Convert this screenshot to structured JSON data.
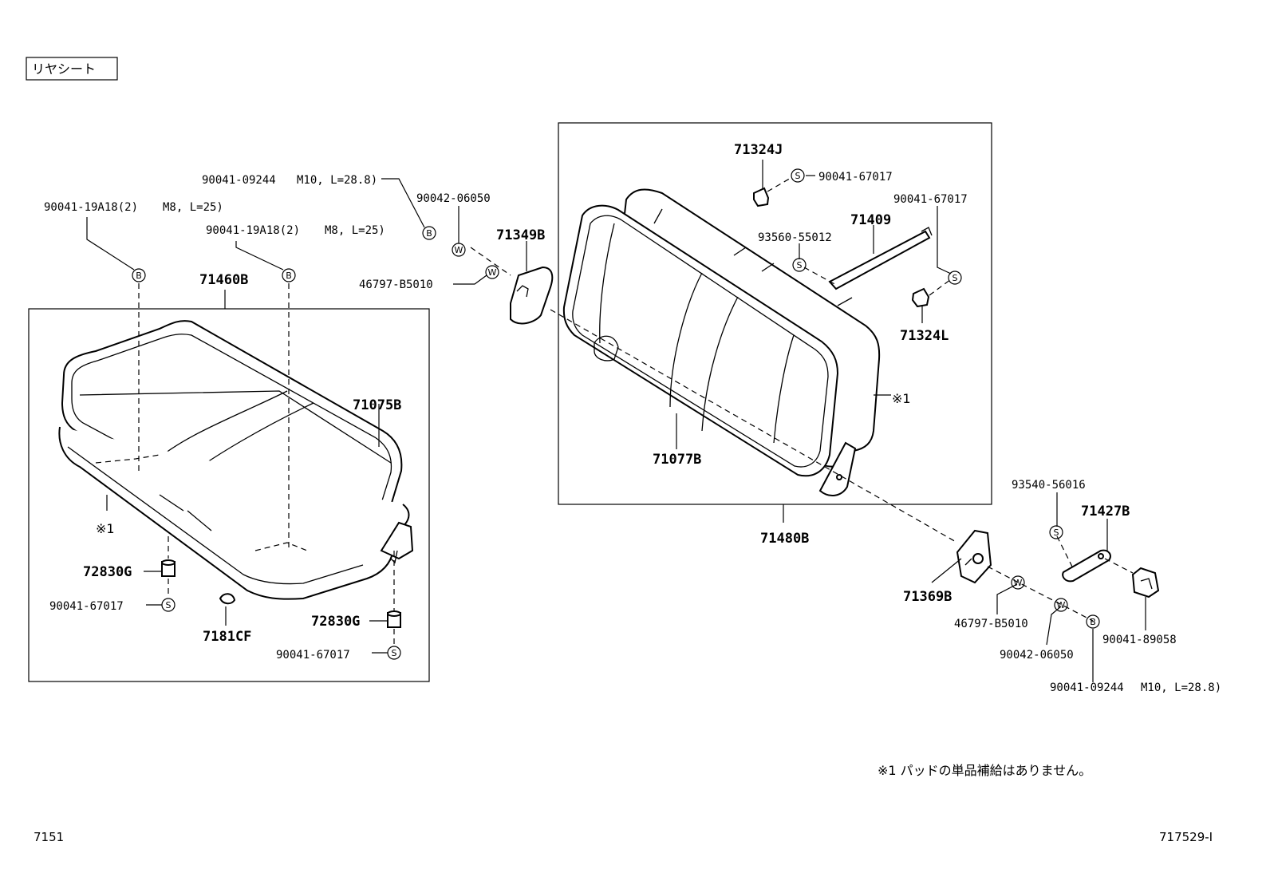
{
  "title": "リヤシート",
  "note": "※1 パッドの単品補給はありません。",
  "figure_id_left": "7151",
  "figure_id_right": "717529-I",
  "symbols": {
    "b": "B",
    "w": "W",
    "s": "S"
  },
  "labels": {
    "p71460B": "71460B",
    "p71075B": "71075B",
    "p72830G_a": "72830G",
    "p72830G_b": "72830G",
    "p7181CF": "7181CF",
    "p90041_67017_a": "90041-67017",
    "p90041_67017_b": "90041-67017",
    "p90041_19A18_a": "90041-19A18(2)",
    "p90041_19A18_a_spec": "M8, L=25)",
    "p90041_19A18_b": "90041-19A18(2)",
    "p90041_19A18_b_spec": "M8, L=25)",
    "p90041_09244_a": "90041-09244",
    "p90041_09244_a_spec": "M10, L=28.8)",
    "p90042_06050_a": "90042-06050",
    "p71349B": "71349B",
    "p46797_B5010_a": "46797-B5010",
    "mark_1_left": "※1",
    "p71324J": "71324J",
    "p90041_67017_c": "90041-67017",
    "p90041_67017_d": "90041-67017",
    "p71409": "71409",
    "p93560_55012": "93560-55012",
    "p71324L": "71324L",
    "mark_1_right": "※1",
    "p71077B": "71077B",
    "p71480B": "71480B",
    "p93540_56016": "93540-56016",
    "p71427B": "71427B",
    "p71369B": "71369B",
    "p46797_B5010_b": "46797-B5010",
    "p90042_06050_b": "90042-06050",
    "p90041_89058": "90041-89058",
    "p90041_09244_b": "90041-09244",
    "p90041_09244_b_spec": "M10, L=28.8)"
  }
}
